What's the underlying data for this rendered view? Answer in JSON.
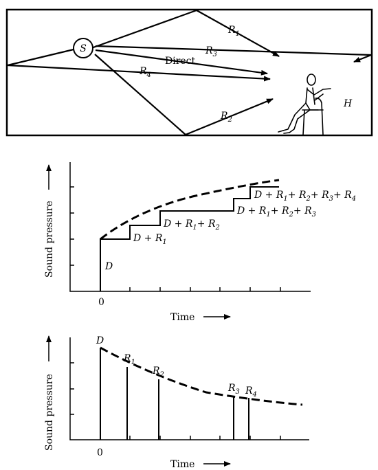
{
  "room": {
    "source_label": "S",
    "listener_label": "H",
    "rays": {
      "r1": "R",
      "r1_sub": "1",
      "r2": "R",
      "r2_sub": "2",
      "r3": "R",
      "r3_sub": "3",
      "r4": "R",
      "r4_sub": "4",
      "direct": "Direct"
    }
  },
  "growth_plot": {
    "ylabel": "Sound pressure",
    "xlabel": "Time",
    "origin": "0",
    "d_label": "D",
    "steps": {
      "s1": "D + R",
      "s1_sub": "1",
      "s2a": "D + R",
      "s2_sub1": "1",
      "s2b": "+ R",
      "s2_sub2": "2",
      "s3a": "D + R",
      "s3_sub1": "1",
      "s3b": "+ R",
      "s3_sub2": "2",
      "s3c": "+ R",
      "s3_sub3": "3",
      "s4a": "D + R",
      "s4_sub1": "1",
      "s4b": "+ R",
      "s4_sub2": "2",
      "s4c": "+ R",
      "s4_sub3": "3",
      "s4d": "+ R",
      "s4_sub4": "4"
    }
  },
  "decay_plot": {
    "ylabel": "Sound pressure",
    "xlabel": "Time",
    "origin": "0",
    "d_label": "D",
    "r1": "R",
    "r1_sub": "1",
    "r2": "R",
    "r2_sub": "2",
    "r3": "R",
    "r3_sub": "3",
    "r4": "R",
    "r4_sub": "4"
  }
}
